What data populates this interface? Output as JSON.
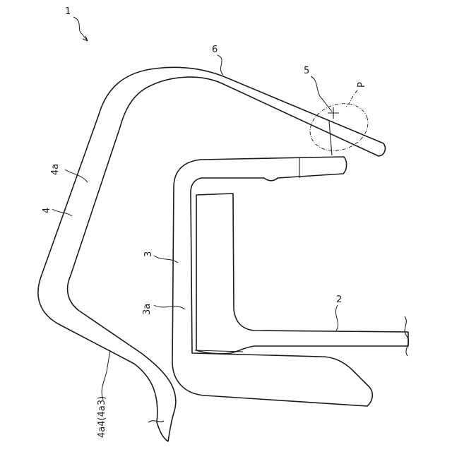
{
  "labels": {
    "assembly": "1",
    "base": "2",
    "lip": "3",
    "lip_part": "3a",
    "seal": "4",
    "seal_wall": "4a",
    "seal_end": "4a4(4a3)",
    "point": "5",
    "cover": "6",
    "p_region": "P"
  },
  "colors": {
    "line": "#1a1a1a",
    "background": "#ffffff"
  }
}
